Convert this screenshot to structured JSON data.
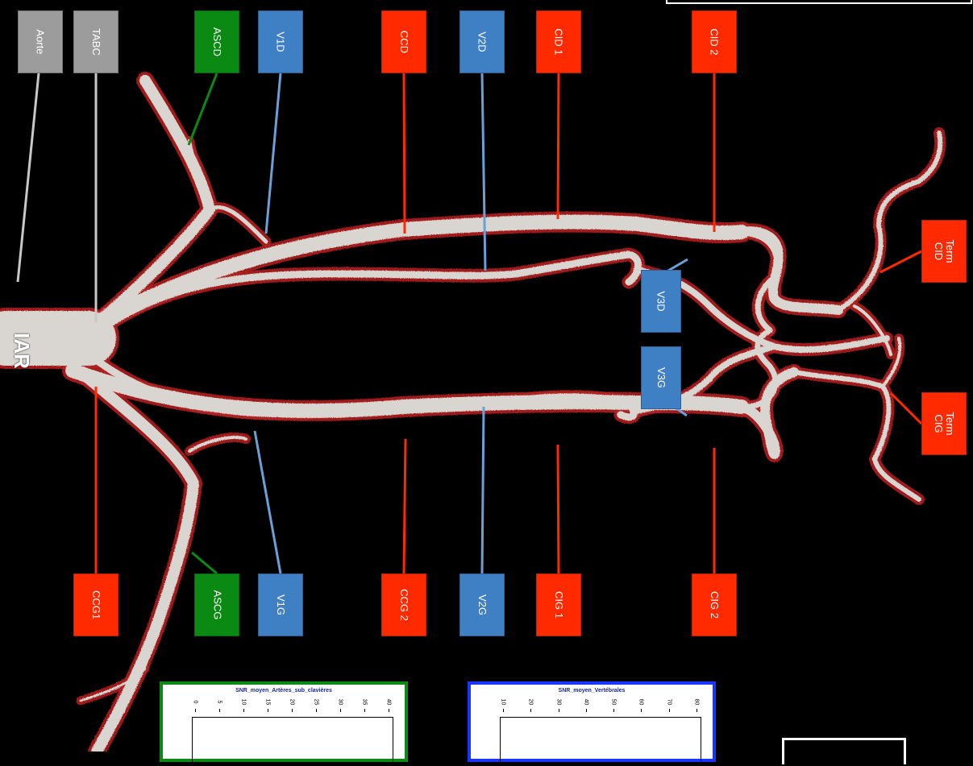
{
  "image_label": "IAR",
  "labels": [
    {
      "id": "aorte",
      "text": "Aorte",
      "color": "grey"
    },
    {
      "id": "tabc",
      "text": "TABC",
      "color": "grey"
    },
    {
      "id": "ascd",
      "text": "ASCD",
      "color": "green"
    },
    {
      "id": "v1d",
      "text": "V1D",
      "color": "blue"
    },
    {
      "id": "ccd",
      "text": "CCD",
      "color": "red"
    },
    {
      "id": "v2d",
      "text": "V2D",
      "color": "blue"
    },
    {
      "id": "cid1",
      "text": "CID 1",
      "color": "red"
    },
    {
      "id": "cid2",
      "text": "CID 2",
      "color": "red"
    },
    {
      "id": "term-cid",
      "text": "Term CID",
      "color": "red"
    },
    {
      "id": "v3d",
      "text": "V3D",
      "color": "blue"
    },
    {
      "id": "v3g",
      "text": "V3G",
      "color": "blue"
    },
    {
      "id": "term-cig",
      "text": "Term CIG",
      "color": "red"
    },
    {
      "id": "ccg1",
      "text": "CCG1",
      "color": "red"
    },
    {
      "id": "ascg",
      "text": "ASCG",
      "color": "green"
    },
    {
      "id": "v1g",
      "text": "V1G",
      "color": "blue"
    },
    {
      "id": "ccg2",
      "text": "CCG 2",
      "color": "red"
    },
    {
      "id": "v2g",
      "text": "V2G",
      "color": "blue"
    },
    {
      "id": "cig1",
      "text": "CIG 1",
      "color": "red"
    },
    {
      "id": "cig2",
      "text": "CIG 2",
      "color": "red"
    }
  ],
  "colors": {
    "red": "#ff2a00",
    "blue": "#3f7fc4",
    "green": "#0a8a12",
    "grey": "#9c9c9c",
    "vessel": "#d9d6d2",
    "vessel_edge": "#b02020"
  },
  "panels": [
    {
      "id": "snr-subclavian",
      "title": "SNR_moyen_Artères_sub_clavières",
      "border_color": "#0a8a12",
      "ticks": [
        "0",
        "5",
        "10",
        "15",
        "20",
        "25",
        "30",
        "35",
        "40"
      ]
    },
    {
      "id": "snr-vertebral",
      "title": "SNR_moyen_Vertébrales",
      "border_color": "#1a35ff",
      "ticks": [
        "10",
        "20",
        "30",
        "40",
        "50",
        "60",
        "70",
        "80"
      ]
    }
  ]
}
